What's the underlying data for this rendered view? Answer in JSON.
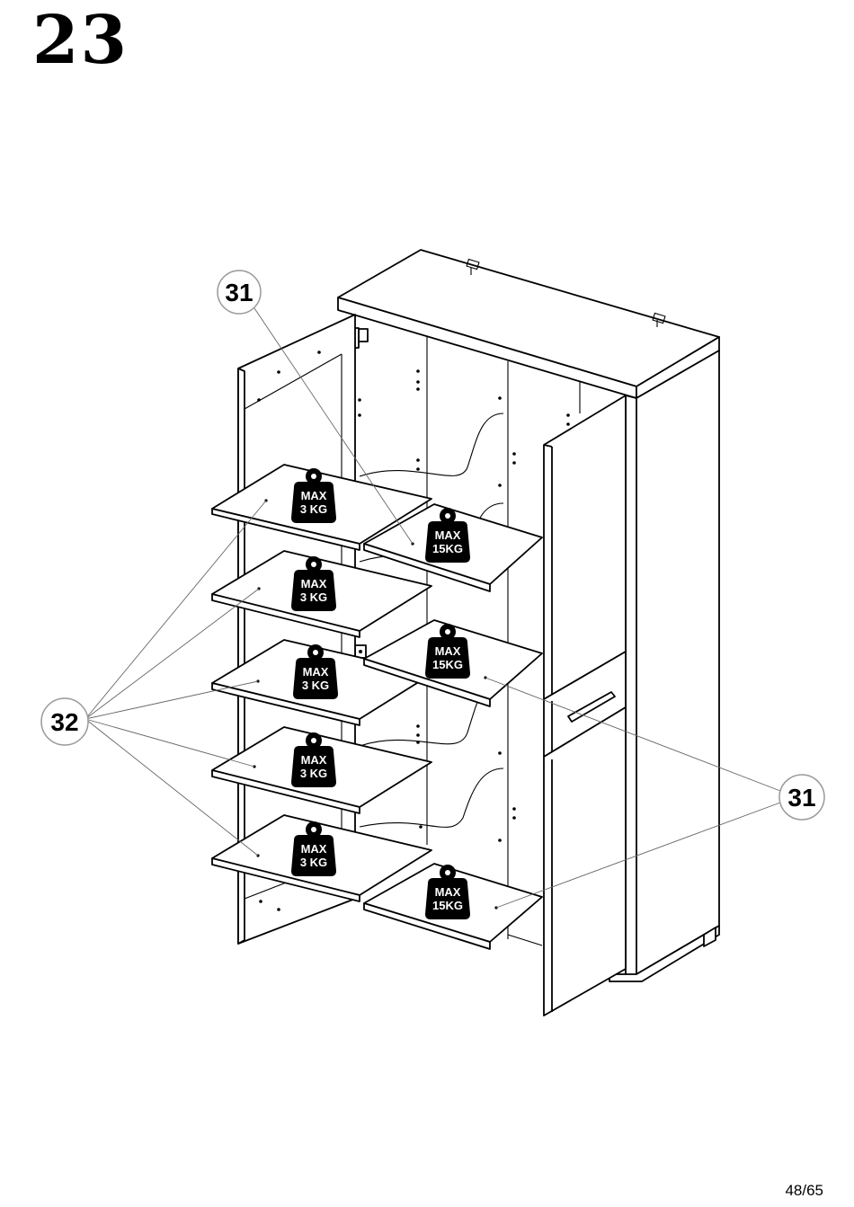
{
  "step": {
    "number": "23"
  },
  "page": {
    "number": "48/65"
  },
  "callouts": {
    "shelf_small_top": "31",
    "shelf_small_side": "31",
    "shelf_large": "32"
  },
  "weights": {
    "shelf_top_1": {
      "line1": "MAX",
      "line2": "3 KG"
    },
    "shelf_top_2": {
      "line1": "MAX",
      "line2": "3 KG"
    },
    "shelf_top_3": {
      "line1": "MAX",
      "line2": "3 KG"
    },
    "shelf_top_4": {
      "line1": "MAX",
      "line2": "3 KG"
    },
    "shelf_top_5": {
      "line1": "MAX",
      "line2": "3 KG"
    },
    "shelf_right_1": {
      "line1": "MAX",
      "line2": "15KG"
    },
    "shelf_right_2": {
      "line1": "MAX",
      "line2": "15KG"
    },
    "shelf_right_3": {
      "line1": "MAX",
      "line2": "15KG"
    }
  }
}
